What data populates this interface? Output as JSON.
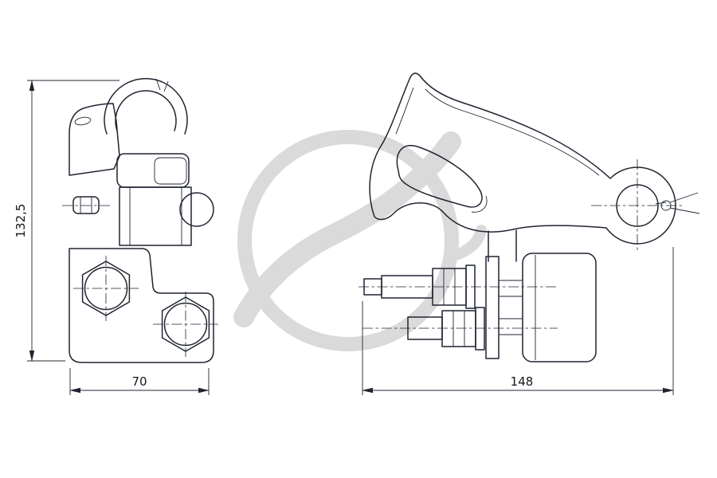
{
  "drawing": {
    "dimensions": {
      "height": "132,5",
      "width_side": "70",
      "width_front": "148"
    },
    "watermark": {
      "icon": "brand-logo-swoosh"
    },
    "colors": {
      "line": "#1f2430",
      "dimension_text": "#15151c",
      "watermark": "#dadada",
      "background": "#ffffff"
    }
  }
}
